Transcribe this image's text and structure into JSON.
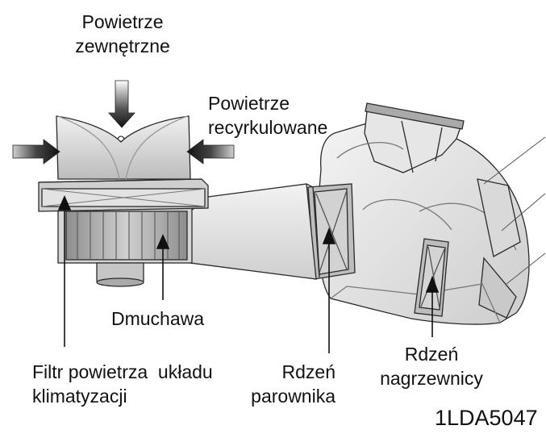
{
  "labels": {
    "outside_air": [
      "Powietrze",
      "zewnętrzne"
    ],
    "recirculated_air": [
      "Powietrze",
      "recyrkulowane"
    ],
    "blower": "Dmuchawa",
    "air_filter": [
      "Filtr powietrza  układu",
      "klimatyzacji"
    ],
    "evaporator_core": [
      "Rdzeń",
      "parownika"
    ],
    "heater_core": [
      "Rdzeń",
      "nagrzewnicy"
    ]
  },
  "figure_code": "1LDA5047",
  "colors": {
    "stroke": "#2a2a2a",
    "arrow": "#1a1a1a",
    "body_light": "#e6e6e6",
    "body_mid": "#c8c8c8",
    "body_dark": "#9a9a9a"
  }
}
